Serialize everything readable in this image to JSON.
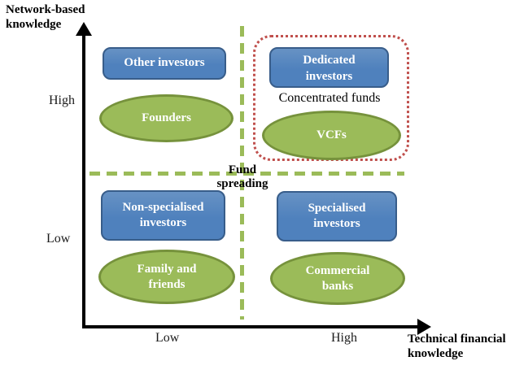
{
  "axes": {
    "y_title": "Network-based knowledge",
    "x_title": "Technical financial knowledge",
    "y_high_label": "High",
    "y_low_label": "Low",
    "x_low_label": "Low",
    "x_high_label": "High"
  },
  "dividers": {
    "fund_spreading_label": "Fund spreading",
    "dash_color": "#9BBB59"
  },
  "highlight": {
    "label": "Concentrated funds",
    "border_color": "#C0504D"
  },
  "quadrants": {
    "top_left": {
      "box": "Other investors",
      "ellipse": "Founders"
    },
    "top_right": {
      "box": "Dedicated investors",
      "ellipse": "VCFs"
    },
    "bottom_left": {
      "box": "Non-specialised investors",
      "ellipse": "Family and friends"
    },
    "bottom_right": {
      "box": "Specialised investors",
      "ellipse": "Commercial banks"
    }
  },
  "colors": {
    "box_fill": "#4F81BD",
    "box_border": "#385D8A",
    "ellipse_fill": "#9BBB59",
    "ellipse_border": "#76923C",
    "axis_color": "#000000"
  }
}
